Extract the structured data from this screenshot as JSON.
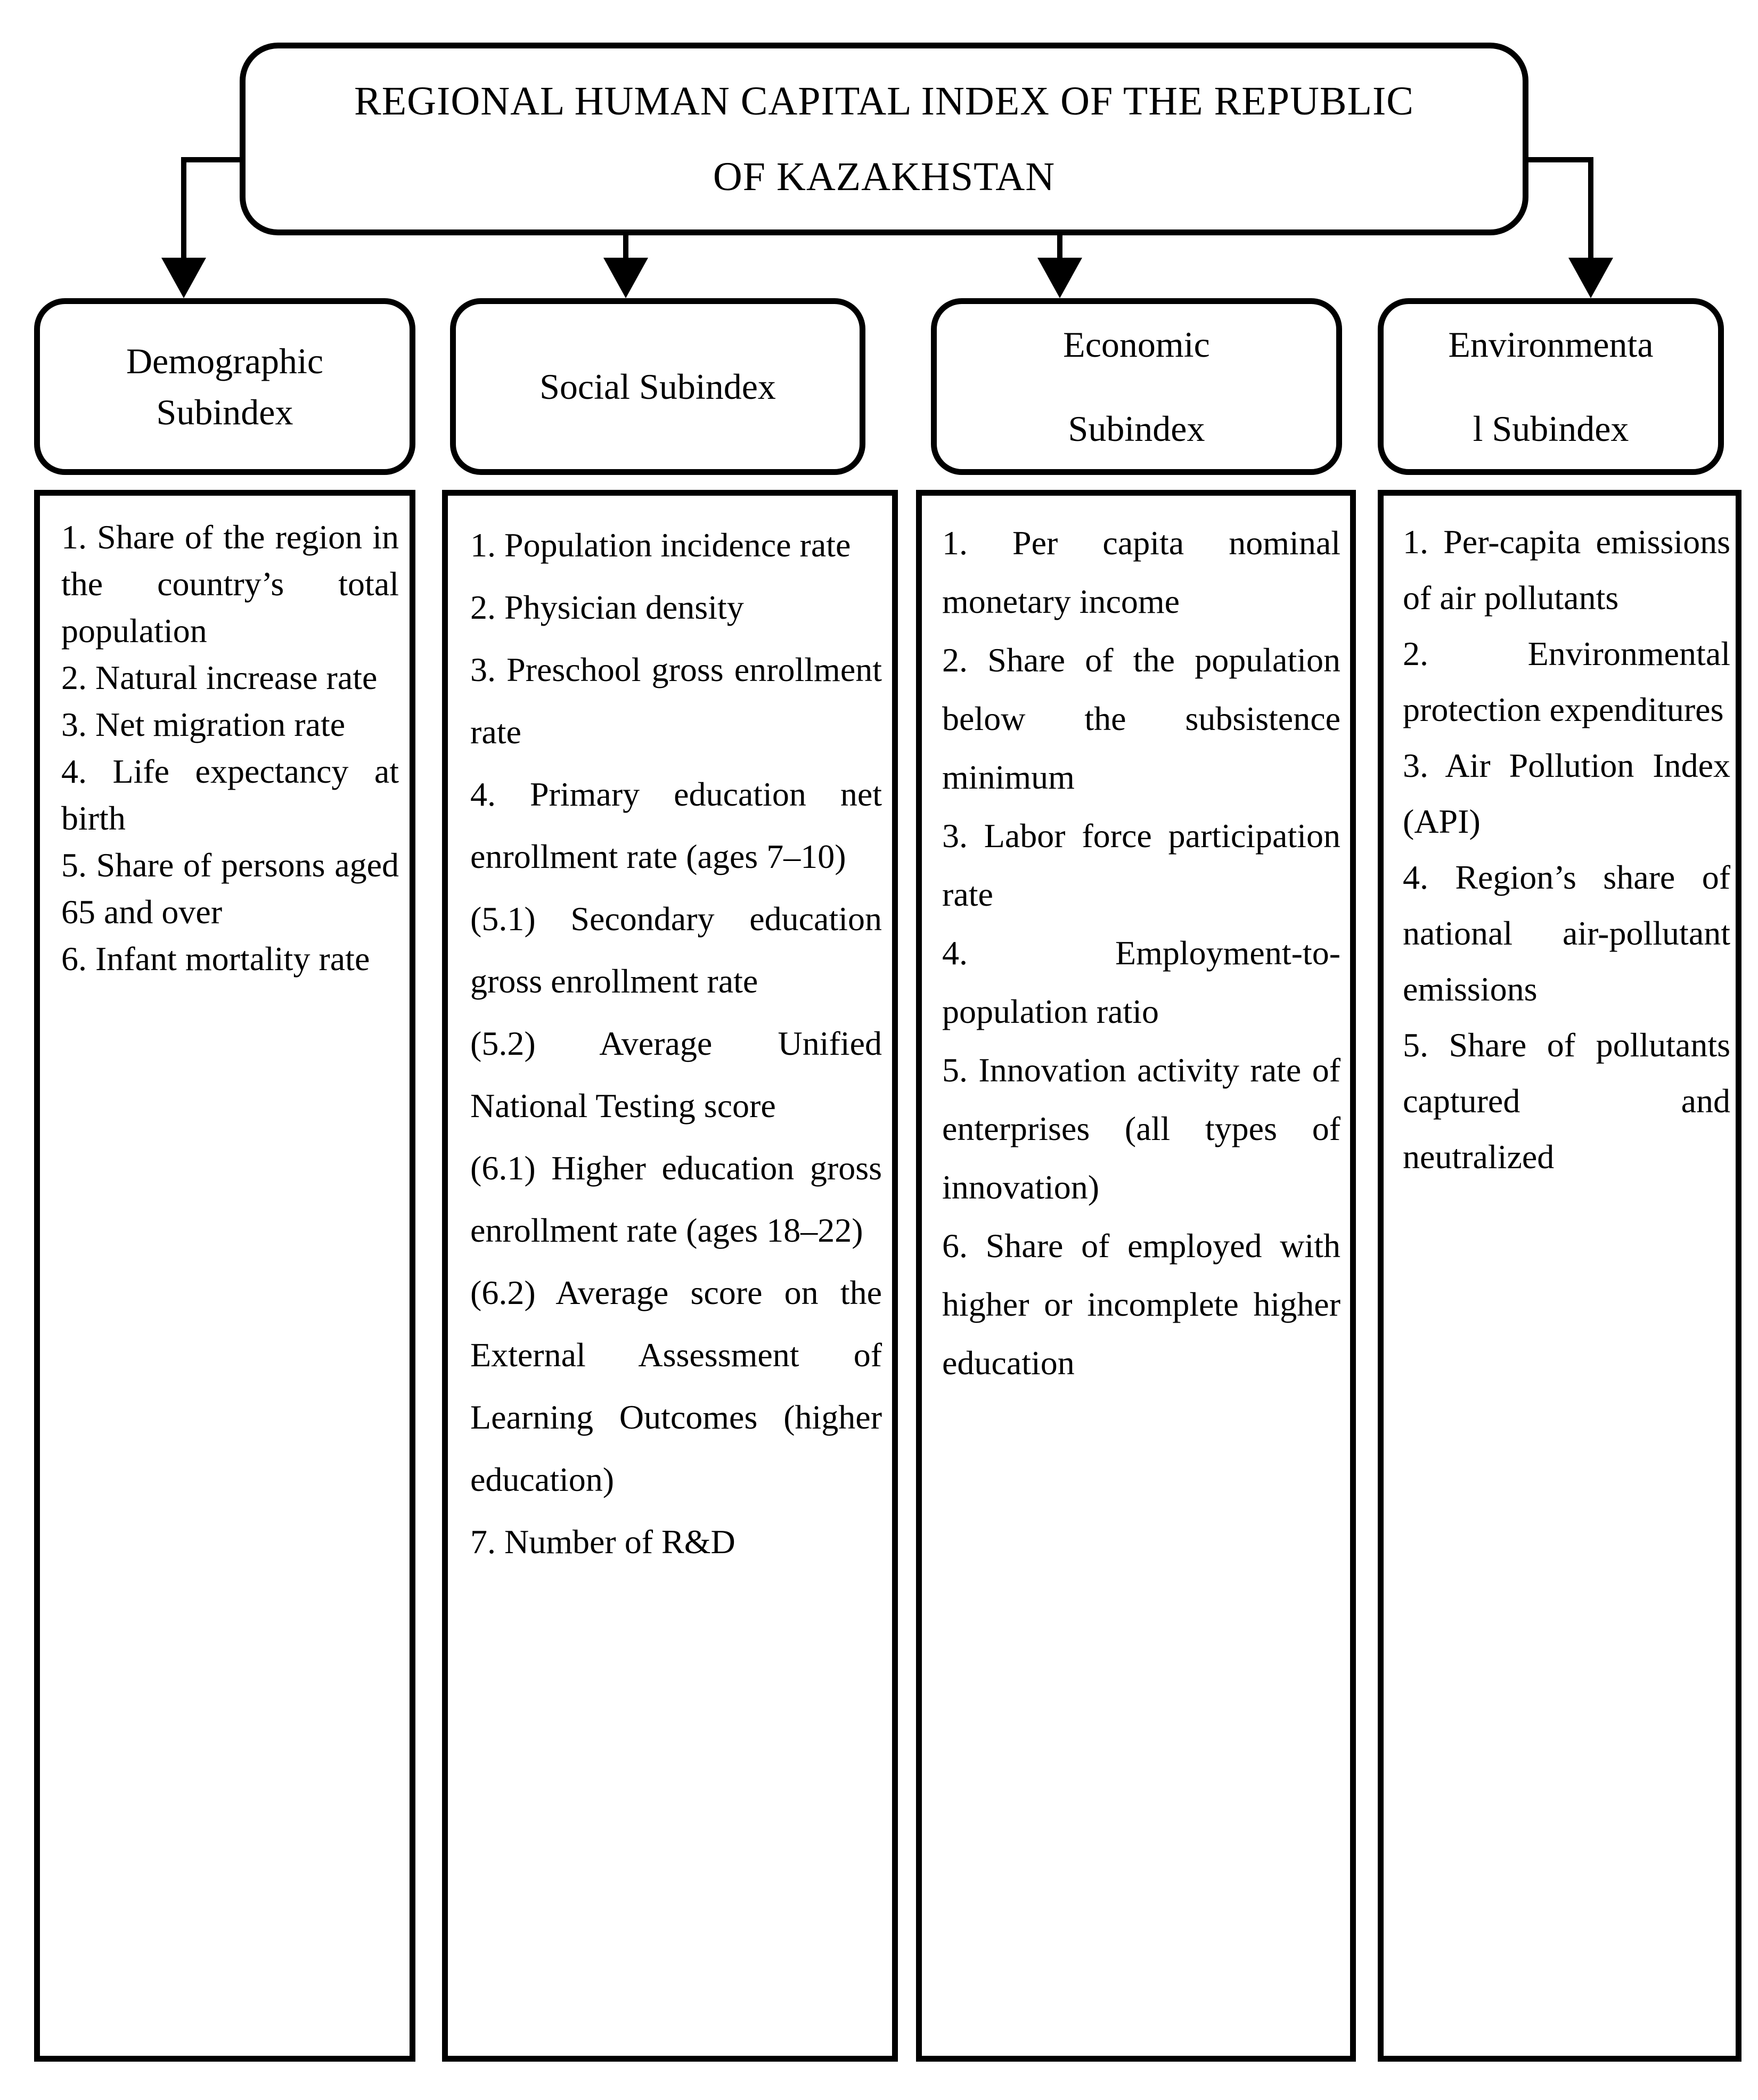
{
  "title": {
    "lines": [
      "REGIONAL HUMAN CAPITAL INDEX OF THE REPUBLIC",
      "OF KAZAKHSTAN"
    ]
  },
  "subindexes": [
    {
      "header_lines": [
        "Demographic",
        "Subindex"
      ],
      "indicators": [
        "1. Share of the region in the country’s total population",
        "2. Natural increase rate",
        "3. Net migration rate",
        "4. Life expectancy at birth",
        "5. Share of persons aged 65 and over",
        "6. Infant mortality rate"
      ]
    },
    {
      "header_lines": [
        "Social Subindex"
      ],
      "indicators": [
        "1. Population incidence rate",
        "2. Physician density",
        "3. Preschool gross enrollment rate",
        "4. Primary education net enrollment rate (ages 7–10)",
        "(5.1) Secondary education gross enrollment rate",
        "(5.2) Average Unified National Testing score",
        "(6.1) Higher education gross enrollment rate (ages 18–22)",
        "(6.2) Average score on the External Assessment of Learning Outcomes (higher education)",
        "7. Number of R&D"
      ]
    },
    {
      "header_lines": [
        "Economic",
        "Subindex"
      ],
      "indicators": [
        "1. Per capita nominal monetary income",
        "2. Share of the population below the subsistence minimum",
        "3. Labor force participation rate",
        "4. Employment-to-population ratio",
        "5. Innovation activity rate of enterprises (all types of innovation)",
        "6. Share of employed with higher or incomplete higher education"
      ]
    },
    {
      "header_lines": [
        "Environmenta",
        "l Subindex"
      ],
      "indicators": [
        "1. Per-capita emissions of air pollutants",
        "2. Environmental protection expenditures",
        "3. Air Pollution Index (API)",
        "4. Region’s share of national air-pollutant emissions",
        "5. Share of pollutants captured and neutralized"
      ]
    }
  ],
  "colors": {
    "ink": "#000000",
    "paper": "#ffffff"
  }
}
